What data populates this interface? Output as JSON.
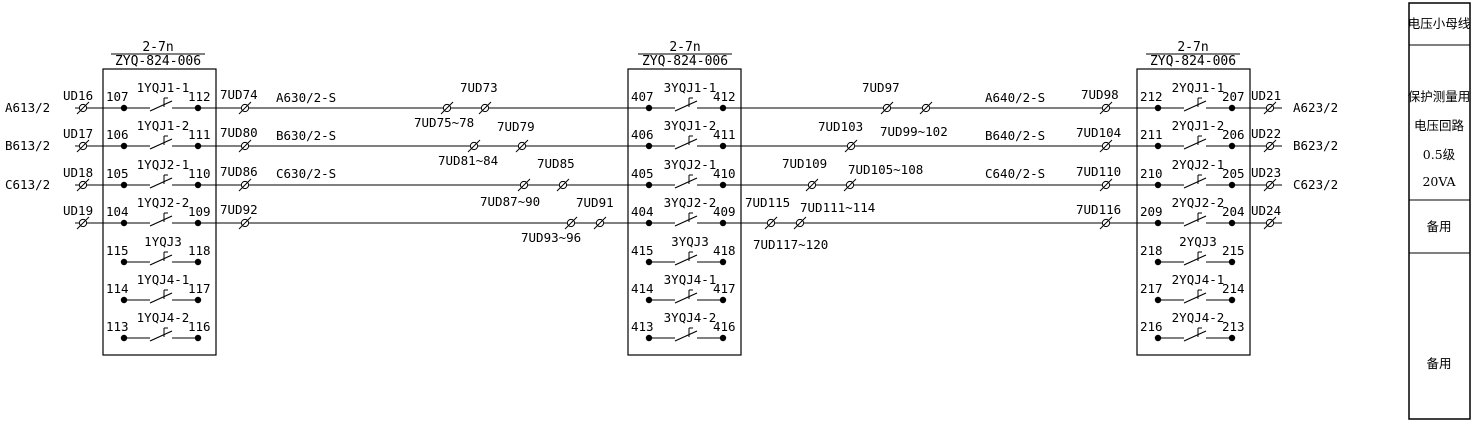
{
  "relay_boxes": [
    {
      "designation": "2-7n",
      "model": "ZYQ-824-006",
      "contacts": [
        {
          "left": "107",
          "name": "1YQJ1-1",
          "right": "112"
        },
        {
          "left": "106",
          "name": "1YQJ1-2",
          "right": "111"
        },
        {
          "left": "105",
          "name": "1YQJ2-1",
          "right": "110"
        },
        {
          "left": "104",
          "name": "1YQJ2-2",
          "right": "109"
        },
        {
          "left": "115",
          "name": "1YQJ3",
          "right": "118"
        },
        {
          "left": "114",
          "name": "1YQJ4-1",
          "right": "117"
        },
        {
          "left": "113",
          "name": "1YQJ4-2",
          "right": "116"
        }
      ]
    },
    {
      "designation": "2-7n",
      "model": "ZYQ-824-006",
      "contacts": [
        {
          "left": "407",
          "name": "3YQJ1-1",
          "right": "412"
        },
        {
          "left": "406",
          "name": "3YQJ1-2",
          "right": "411"
        },
        {
          "left": "405",
          "name": "3YQJ2-1",
          "right": "410"
        },
        {
          "left": "404",
          "name": "3YQJ2-2",
          "right": "409"
        },
        {
          "left": "415",
          "name": "3YQJ3",
          "right": "418"
        },
        {
          "left": "414",
          "name": "3YQJ4-1",
          "right": "417"
        },
        {
          "left": "413",
          "name": "3YQJ4-2",
          "right": "416"
        }
      ]
    },
    {
      "designation": "2-7n",
      "model": "ZYQ-824-006",
      "contacts": [
        {
          "left": "212",
          "name": "2YQJ1-1",
          "right": "207"
        },
        {
          "left": "211",
          "name": "2YQJ1-2",
          "right": "206"
        },
        {
          "left": "210",
          "name": "2YQJ2-1",
          "right": "205"
        },
        {
          "left": "209",
          "name": "2YQJ2-2",
          "right": "204"
        },
        {
          "left": "218",
          "name": "2YQJ3",
          "right": "215"
        },
        {
          "left": "217",
          "name": "2YQJ4-1",
          "right": "214"
        },
        {
          "left": "216",
          "name": "2YQJ4-2",
          "right": "213"
        }
      ]
    }
  ],
  "left_buses": [
    {
      "name": "A613/2",
      "terminal": "UD16"
    },
    {
      "name": "B613/2",
      "terminal": "UD17"
    },
    {
      "name": "C613/2",
      "terminal": "UD18"
    },
    {
      "name": "",
      "terminal": "UD19"
    }
  ],
  "right_buses": [
    {
      "name": "A623/2",
      "terminal": "UD21"
    },
    {
      "name": "B623/2",
      "terminal": "UD22"
    },
    {
      "name": "C623/2",
      "terminal": "UD23"
    },
    {
      "name": "",
      "terminal": "UD24"
    }
  ],
  "wire_labels": {
    "left_out": [
      "7UD74",
      "7UD80",
      "7UD86",
      "7UD92"
    ],
    "left_wire_names": [
      "A630/2-S",
      "B630/2-S",
      "C630/2-S"
    ],
    "mid_left": [
      "7UD73",
      "7UD75~78",
      "7UD79",
      "7UD81~84",
      "7UD85",
      "7UD87~90",
      "7UD91",
      "7UD93~96"
    ],
    "mid_right": [
      "7UD97",
      "7UD103",
      "7UD99~102",
      "7UD109",
      "7UD105~108",
      "7UD115",
      "7UD111~114",
      "7UD117~120"
    ],
    "right_wire_names": [
      "A640/2-S",
      "B640/2-S",
      "C640/2-S"
    ],
    "right_in": [
      "7UD98",
      "7UD104",
      "7UD110",
      "7UD116"
    ]
  },
  "side_panel": {
    "title": "电压小母线",
    "purpose": "保护测量用",
    "circuit": "电压回路",
    "accuracy": "0.5级",
    "capacity": "20VA",
    "spare1": "备用",
    "spare2": "备用"
  }
}
